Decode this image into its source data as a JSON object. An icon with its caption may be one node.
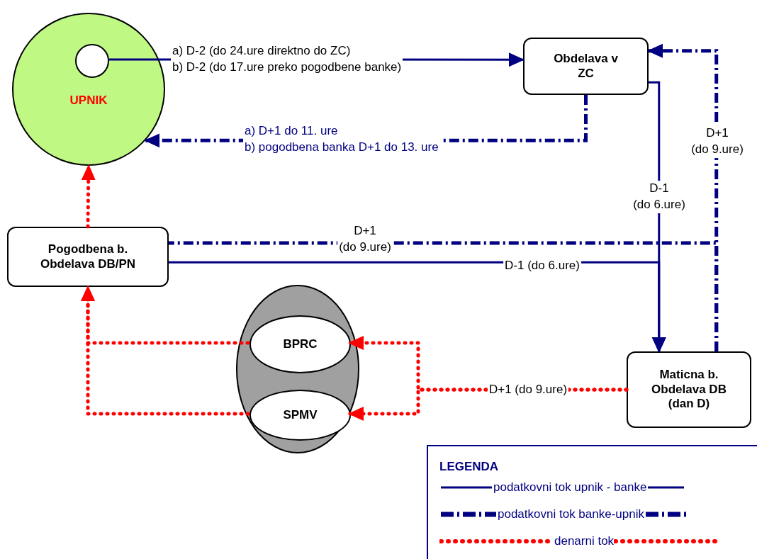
{
  "diagram": {
    "nodes": [
      {
        "text": [
          "UPNIK"
        ]
      },
      {
        "text": [],
        "shape": "circle",
        "in": 0
      },
      {
        "text": [
          "Obdelava v ZC"
        ]
      },
      {
        "text": [
          "Pogodbena b. Obdelava DB/PN"
        ]
      },
      {
        "text": [],
        "shape": "ellipse"
      },
      {
        "text": [
          "BPRC"
        ],
        "in": 4
      },
      {
        "text": [
          "SPMV"
        ],
        "in": 4
      },
      {
        "text": [
          "Maticna b. Obdelava DB (dan D)"
        ]
      }
    ],
    "edges": [
      {
        "from": 1,
        "to": 2,
        "arrow": "to",
        "label": "a) D-2 (do 24.ure direktno do ZC) b) D-2 (do 17.ure preko pogodbene banke)"
      },
      {
        "from": 2,
        "to": 0,
        "arrow": "to",
        "style": "dashed",
        "label": "a) D+1 do 11. ure b) pogodbena banka D+1 do 13. ure"
      },
      {
        "from": 2,
        "to": 7,
        "arrow": "to",
        "label": "D-1 (do 6.ure)"
      },
      {
        "from": 3,
        "to": 7,
        "arrow": "to",
        "label": "D-1 (do 6.ure)"
      },
      {
        "from": 7,
        "to": 2,
        "arrow": "to",
        "style": "dashed",
        "label": "D+1 (do 9.ure)"
      },
      {
        "from": 7,
        "to": 3,
        "arrow": "none",
        "style": "dashed",
        "label": "D+1 (do 9.ure)"
      },
      {
        "from": 3,
        "to": 0,
        "arrow": "to",
        "style": "dashed",
        "color": "#ff0000"
      },
      {
        "from": 5,
        "to": 3,
        "arrow": "to",
        "style": "dashed",
        "color": "#ff0000"
      },
      {
        "from": 6,
        "to": 3,
        "arrow": "to",
        "style": "dashed",
        "color": "#ff0000"
      },
      {
        "from": 7,
        "to": 5,
        "arrow": "to",
        "style": "dashed",
        "color": "#ff0000",
        "label": "D+1 (do 9.ure)"
      },
      {
        "from": 7,
        "to": 6,
        "arrow": "to",
        "style": "dashed",
        "color": "#ff0000"
      }
    ],
    "labels": [
      "LEGENDA"
    ],
    "legend": [
      {
        "text": "podatkovni tok upnik - banke"
      },
      {
        "text": "podatkovni tok banke-upnik"
      },
      {
        "text": "denarni tok"
      }
    ]
  }
}
